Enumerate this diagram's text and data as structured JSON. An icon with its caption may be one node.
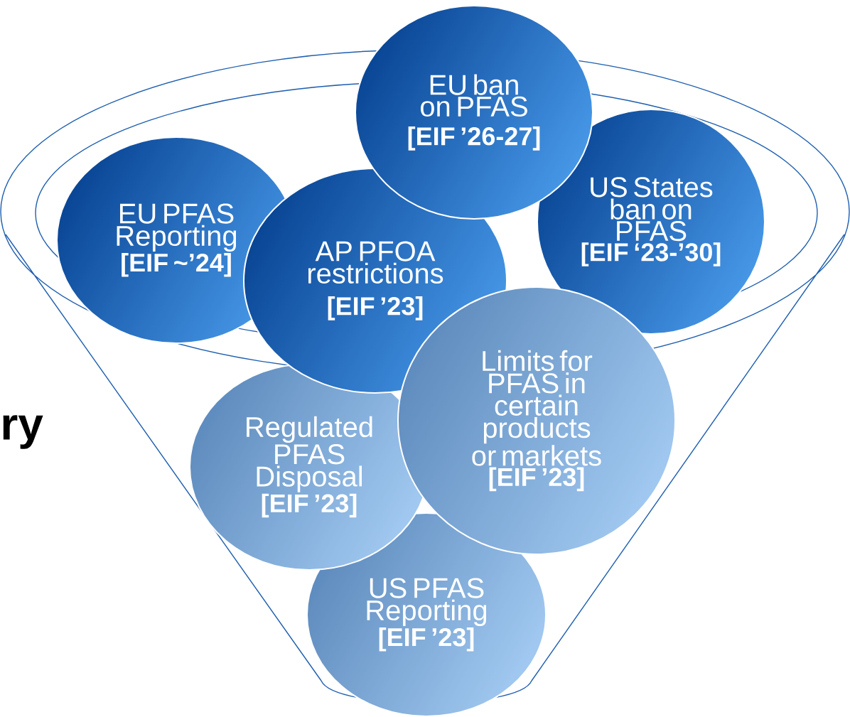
{
  "diagram": {
    "nodes": [
      {
        "text": [
          "EU ban on PFAS",
          "[EIF ’26-27]"
        ]
      },
      {
        "text": [
          "EU PFAS Reporting",
          "[EIF ~’24]"
        ]
      },
      {
        "text": [
          "US States ban on PFAS",
          "[EIF ‘23-’30]"
        ]
      },
      {
        "text": [
          "AP PFOA restrictions",
          "[EIF ’23]"
        ]
      },
      {
        "text": [
          "Limits for PFAS in certain products or markets",
          "[EIF ’23]"
        ]
      },
      {
        "text": [
          "Regulated PFAS Disposal",
          "[EIF ’23]"
        ]
      },
      {
        "text": [
          "US PFAS Reporting",
          "[EIF ’23]"
        ]
      }
    ],
    "labels": [
      "ry"
    ]
  }
}
